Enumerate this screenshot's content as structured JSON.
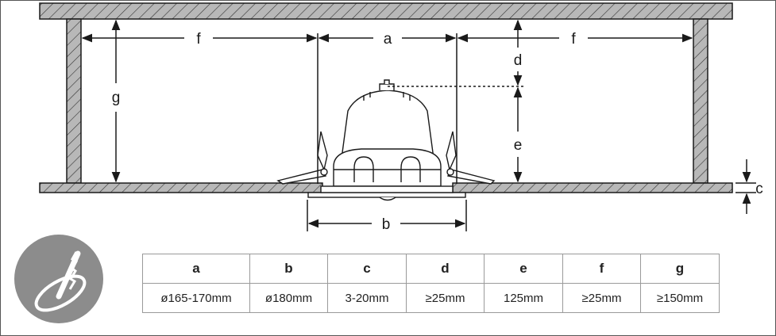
{
  "diagram": {
    "dimension_labels": {
      "a": "a",
      "b": "b",
      "c": "c",
      "d": "d",
      "e": "e",
      "f_left": "f",
      "f_right": "f",
      "g": "g"
    }
  },
  "table": {
    "headers": [
      "a",
      "b",
      "c",
      "d",
      "e",
      "f",
      "g"
    ],
    "values": [
      "ø165-170mm",
      "ø180mm",
      "3-20mm",
      "≥25mm",
      "125mm",
      "≥25mm",
      "≥150mm"
    ]
  },
  "icons": {
    "badge": "ceiling-cutout-saw-icon"
  },
  "colors": {
    "hatch_fill": "#b8b8b8",
    "badge_fill": "#8c8c8c",
    "line": "#1a1a1a"
  }
}
